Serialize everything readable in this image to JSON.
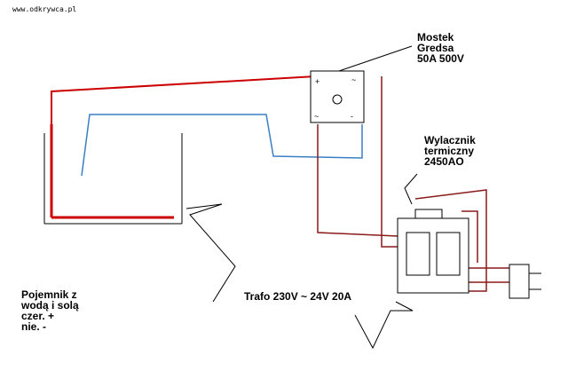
{
  "watermark": "www.odkrywca.pl",
  "labels": {
    "bridge": [
      "Mostek",
      "Gredsa",
      "50A 500V"
    ],
    "breaker": [
      "Wylacznik",
      "termiczny",
      "2450AO"
    ],
    "transformer": "Trafo 230V ~ 24V 20A",
    "container": [
      "Pojemnik z",
      "wodą i solą",
      "czer. +",
      "nie. -"
    ]
  },
  "bridge_terminals": {
    "plus": "+",
    "minus": "-",
    "ac_left": "~",
    "ac_right": "~"
  },
  "colors": {
    "positive_wire": "#cc0000",
    "ac_wire": "#8b1a1a",
    "negative_wire": "#3a7fc4",
    "outline": "#000000",
    "background": "#ffffff"
  }
}
